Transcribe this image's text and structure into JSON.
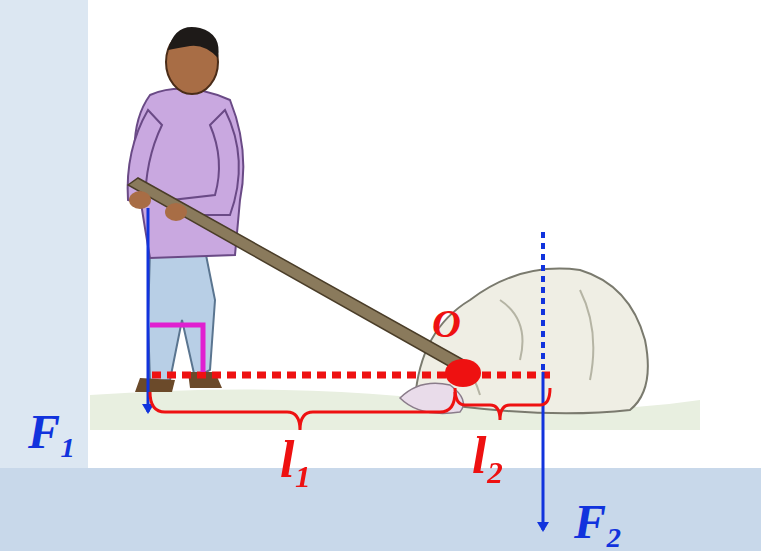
{
  "diagram": {
    "labels": [
      "O",
      "F₁",
      "l₁",
      "l₂",
      "F₂"
    ]
  }
}
